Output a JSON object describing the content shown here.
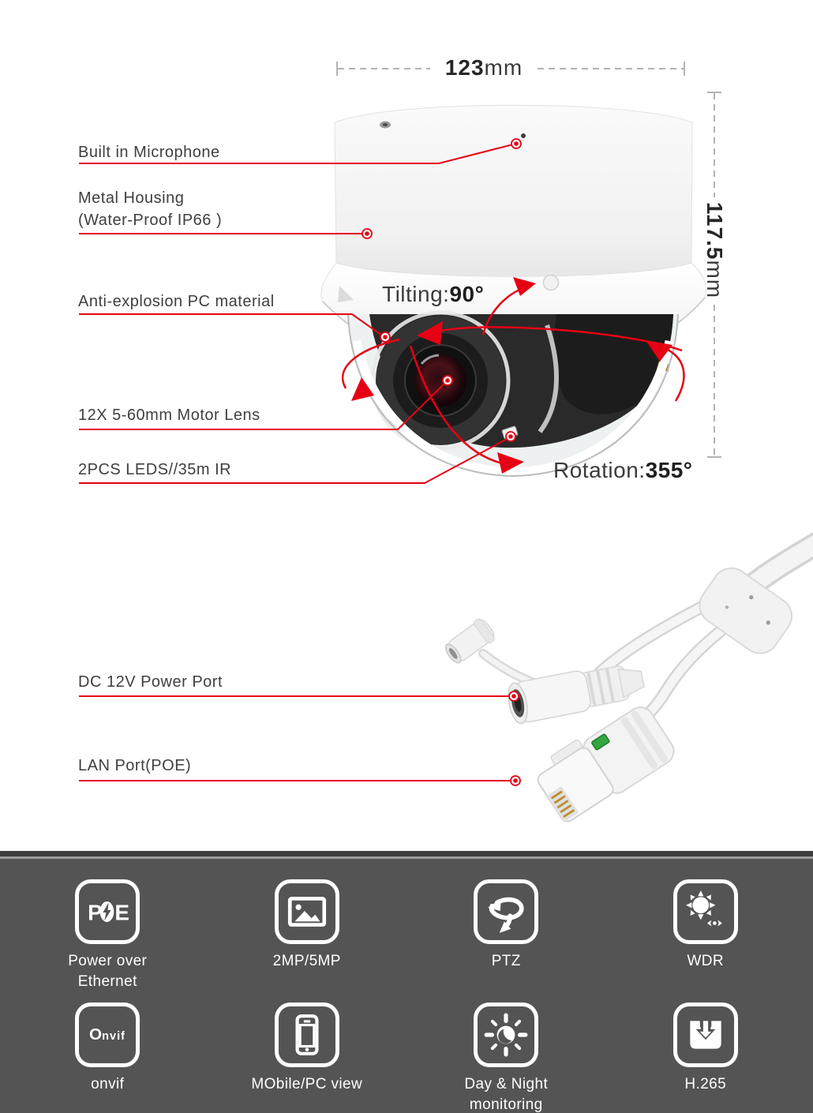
{
  "colors": {
    "accent_red": "#e60014",
    "label_text": "#3f3f3f",
    "dim_text": "#2d2d2d",
    "footer_bg": "#545454",
    "footer_text": "#ffffff",
    "led_green": "#35a53f"
  },
  "dimensions": {
    "width": {
      "value": "123",
      "unit": "mm"
    },
    "height": {
      "value": "117.5",
      "unit": "mm"
    }
  },
  "camera": {
    "callouts": {
      "microphone": "Built in Microphone",
      "housing": "Metal Housing\n(Water-Proof IP66 )",
      "dome": "Anti-explosion PC material",
      "lens": "12X 5-60mm Motor Lens",
      "ir": "2PCS LEDS//35m IR"
    },
    "motion": {
      "tilting_label": "Tilting:",
      "tilting_value": "90°",
      "rotation_label": "Rotation:",
      "rotation_value": "355°"
    }
  },
  "cable": {
    "callouts": {
      "power": "DC 12V Power Port",
      "lan": "LAN Port(POE)"
    }
  },
  "features": [
    {
      "icon": "poe-icon",
      "label": "Power over Ethernet"
    },
    {
      "icon": "image-resolution-icon",
      "label": "2MP/5MP"
    },
    {
      "icon": "ptz-icon",
      "label": "PTZ"
    },
    {
      "icon": "wdr-icon",
      "label": "WDR"
    },
    {
      "icon": "onvif-icon",
      "label": "onvif"
    },
    {
      "icon": "mobile-icon",
      "label": "MObile/PC view"
    },
    {
      "icon": "day-night-icon",
      "label": "Day & Night monitoring"
    },
    {
      "icon": "h265-icon",
      "label": "H.265"
    }
  ],
  "icon_text": {
    "poe_p": "P",
    "poe_e": "E",
    "onvif_o": "O",
    "onvif_rest": "nvif"
  }
}
